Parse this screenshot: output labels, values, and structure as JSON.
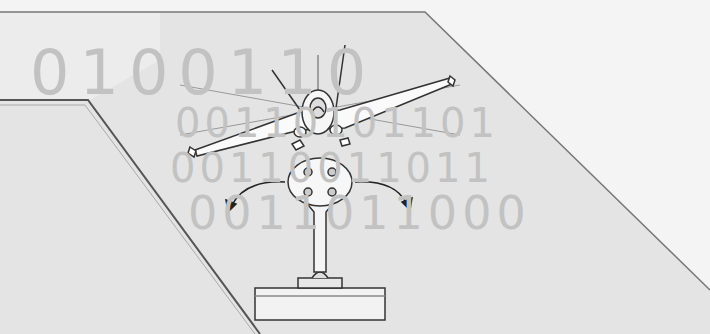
{
  "diagram": {
    "labels": [
      "0100110",
      "00110101101",
      "00110011011",
      "0011011000"
    ]
  }
}
